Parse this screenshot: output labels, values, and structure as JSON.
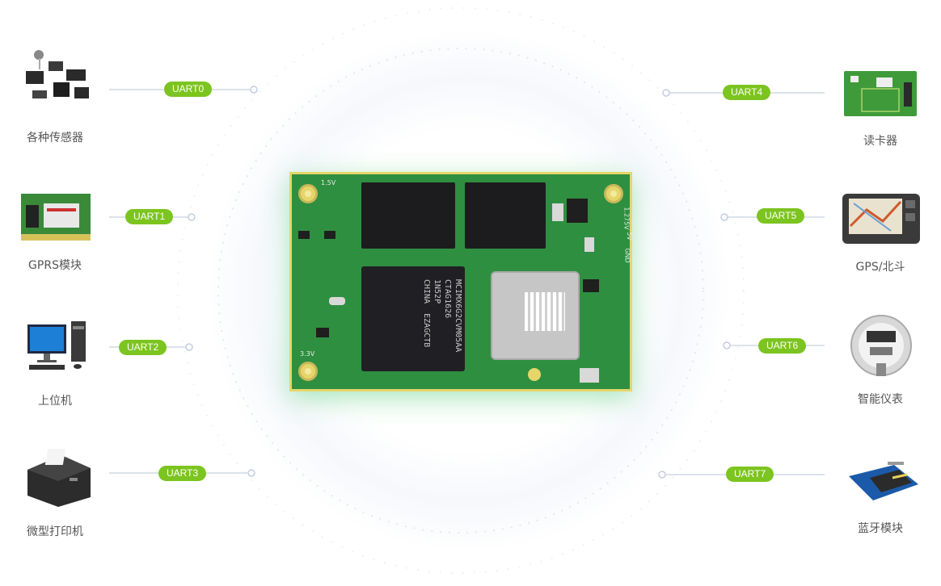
{
  "board": {
    "cpu_marking": "MCIMX6G2CVM05AA\nCTAG1626\n1N52P\nCHINA  EZAGCTB",
    "silk_1v5": "1.5V",
    "silk_3v3": "3.3V",
    "silk_5v": "5V",
    "silk_gnd": "GND",
    "silk_1275v": "1.275V"
  },
  "peripherals": [
    {
      "name": "各种传感器",
      "port": "UART0",
      "icon": "sensors-icon"
    },
    {
      "name": "GPRS模块",
      "port": "UART1",
      "icon": "gprs-module-icon"
    },
    {
      "name": "上位机",
      "port": "UART2",
      "icon": "host-computer-icon"
    },
    {
      "name": "微型打印机",
      "port": "UART3",
      "icon": "printer-icon"
    },
    {
      "name": "读卡器",
      "port": "UART4",
      "icon": "card-reader-icon"
    },
    {
      "name": "GPS/北斗",
      "port": "UART5",
      "icon": "gps-device-icon"
    },
    {
      "name": "智能仪表",
      "port": "UART6",
      "icon": "smart-meter-icon"
    },
    {
      "name": "蓝牙模块",
      "port": "UART7",
      "icon": "bluetooth-module-icon"
    }
  ],
  "colors": {
    "label_green": "#7cc41f",
    "line_gray": "#d0d8e4",
    "pcb_green": "#2f8f40"
  }
}
